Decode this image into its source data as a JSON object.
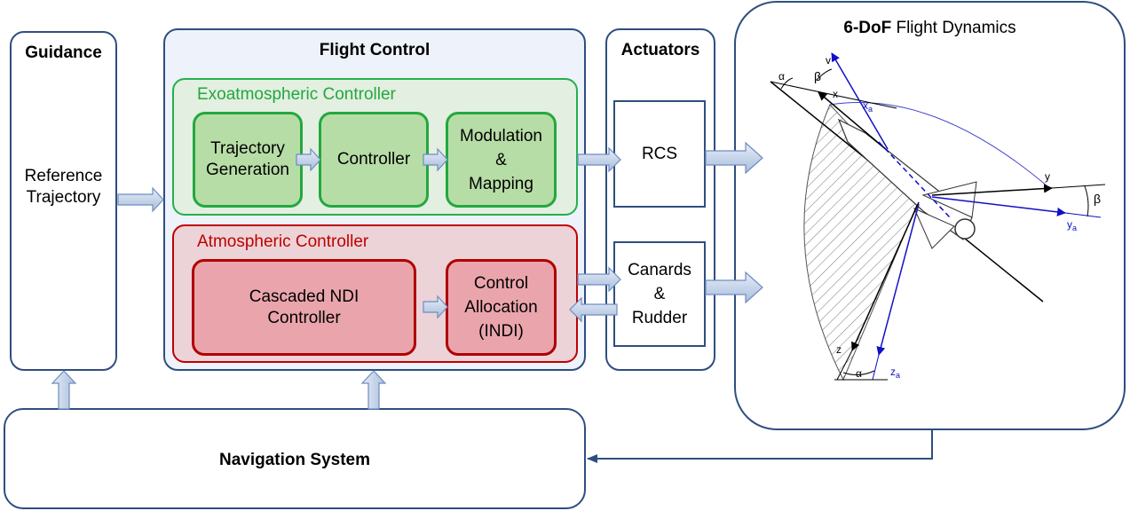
{
  "guidance": {
    "title": "Guidance",
    "body": [
      "Reference",
      "Trajectory"
    ]
  },
  "flight_control": {
    "title": "Flight Control",
    "exo": {
      "label": "Exoatmospheric Controller",
      "blocks": [
        {
          "lines": [
            "Trajectory",
            "Generation"
          ]
        },
        {
          "lines": [
            "Controller"
          ]
        },
        {
          "lines": [
            "Modulation",
            "&",
            "Mapping"
          ]
        }
      ]
    },
    "atmo": {
      "label": "Atmospheric Controller",
      "blocks": [
        {
          "lines": [
            "Cascaded NDI",
            "Controller"
          ]
        },
        {
          "lines": [
            "Control",
            "Allocation",
            "(INDI)"
          ]
        }
      ]
    }
  },
  "actuators": {
    "title": "Actuators",
    "rcs": "RCS",
    "canards": [
      "Canards",
      "&",
      "Rudder"
    ]
  },
  "dynamics": {
    "title_bold": "6-DoF",
    "title_rest": " Flight Dynamics",
    "axis_labels": {
      "alpha_top": "α",
      "beta_top": "β",
      "v": "v",
      "x": "x",
      "xa": "x",
      "y": "y",
      "ya": "y",
      "beta_right": "β",
      "z": "z",
      "za": "z",
      "alpha_bottom": "α",
      "sub_a": "a"
    },
    "colors": {
      "body_axes": "#000000",
      "aero_axes": "#1010c8"
    }
  },
  "navigation": {
    "title": "Navigation System"
  }
}
